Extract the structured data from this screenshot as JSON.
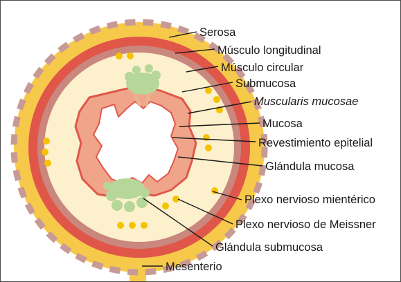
{
  "labels": {
    "serosa": "Serosa",
    "musculo_longitudinal": "Músculo longitudinal",
    "musculo_circular": "Músculo circular",
    "submucosa": "Submucosa",
    "muscularis_mucosae": "Muscularis mucosae",
    "mucosa": "Mucosa",
    "revestimiento_epitelial": "Revestimiento epitelial",
    "glandula_mucosa": "Glándula mucosa",
    "plexo_mienterico": "Plexo nervioso mientérico",
    "plexo_meissner": "Plexo nervioso de Meissner",
    "glandula_submucosa": "Glándula submucosa",
    "mesenterio": "Mesenterio"
  },
  "colors": {
    "serosa_yellow": "#f7c94a",
    "serosa_dash": "#c89a96",
    "longitudinal_muscle": "#e0574a",
    "circular_muscle": "#c9877d",
    "submucosa": "#fdf0cc",
    "mucosa": "#f0a58a",
    "mucosa_border": "#e0574a",
    "gland_green": "#b6d79a",
    "nerve_plexus": "#f5c200"
  }
}
